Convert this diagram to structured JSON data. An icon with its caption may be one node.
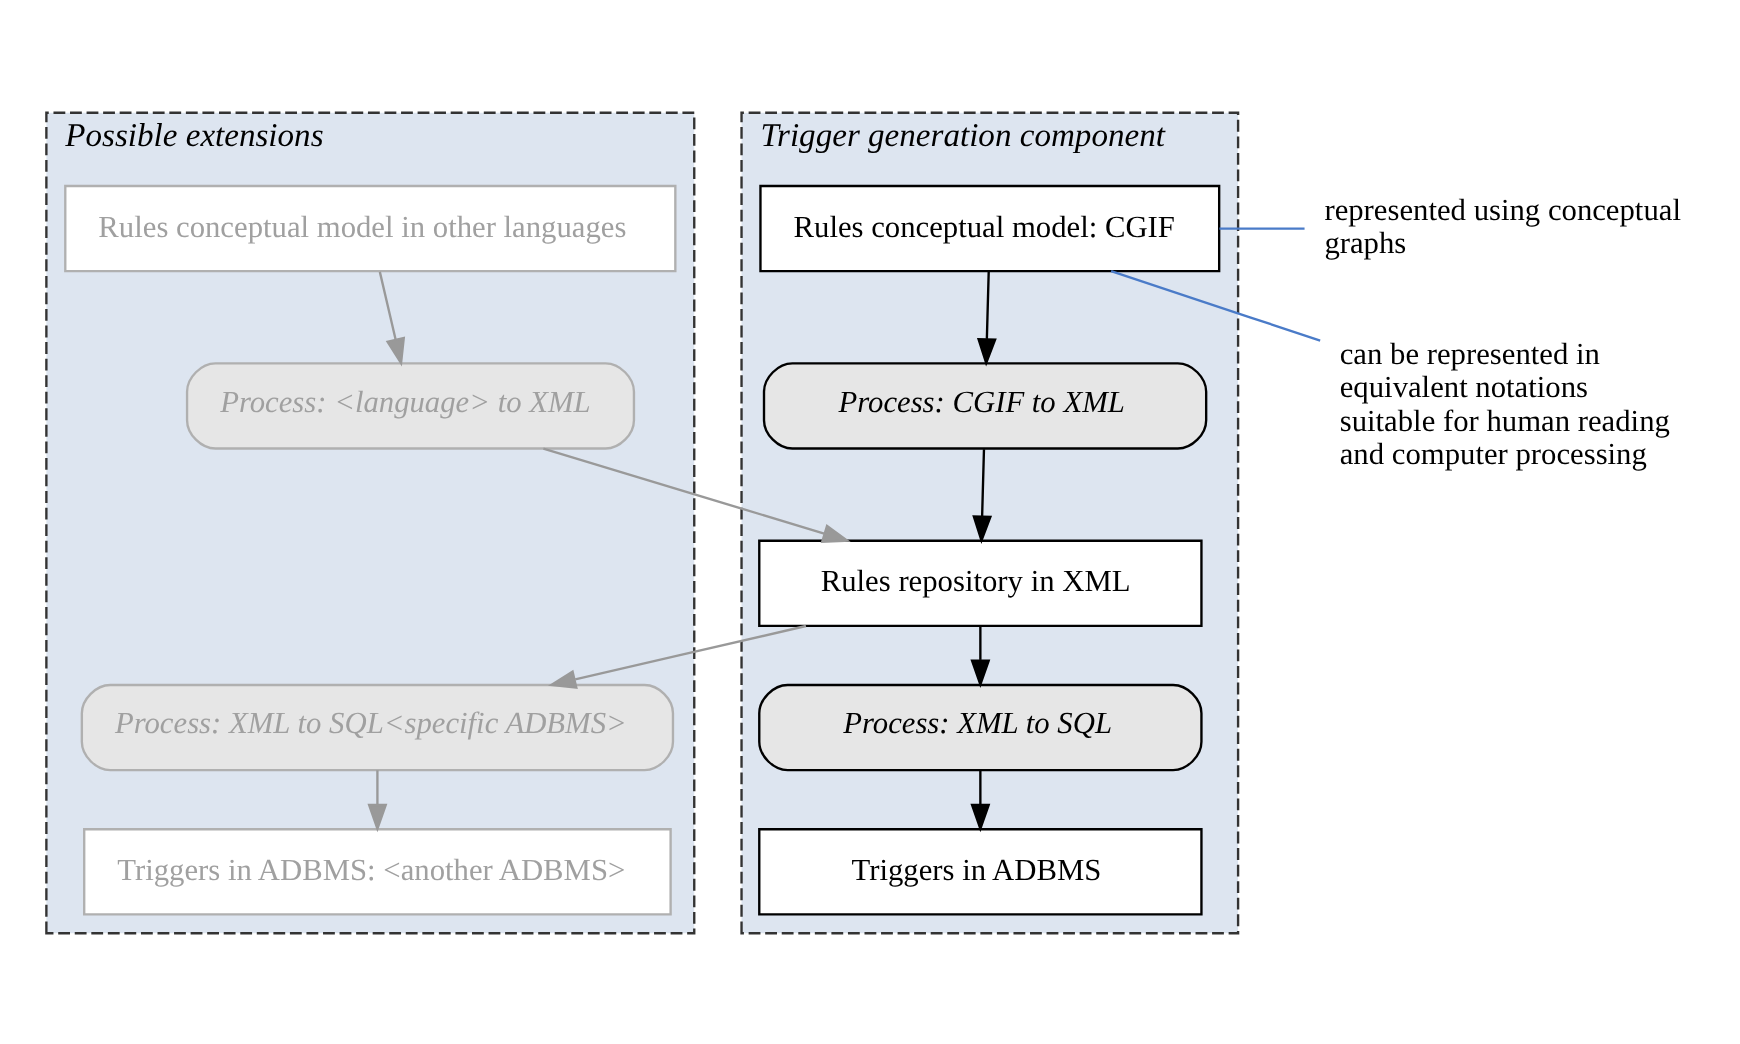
{
  "diagram": {
    "nodes": [
      {
        "text": [
          "Possible extensions"
        ]
      },
      {
        "text": [
          "Rules conceptual model in other languages"
        ],
        "in": 0
      },
      {
        "text": [
          "Process: <language> to XML"
        ],
        "in": 0
      },
      {
        "text": [
          "Process: XML to SQL<specific ADBMS>"
        ],
        "in": 0
      },
      {
        "text": [
          "Triggers in ADBMS: <another ADBMS>"
        ],
        "in": 0
      },
      {
        "text": [
          "Trigger generation component"
        ]
      },
      {
        "text": [
          "Rules conceptual model: CGIF"
        ],
        "in": 5
      },
      {
        "text": [
          "Process: CGIF to XML"
        ],
        "in": 5
      },
      {
        "text": [
          "Rules repository in XML"
        ],
        "in": 5
      },
      {
        "text": [
          "Process: XML to SQL"
        ],
        "in": 5
      },
      {
        "text": [
          "Triggers in ADBMS"
        ],
        "in": 5
      },
      {
        "text": [
          "represented using conceptual graphs"
        ]
      },
      {
        "text": [
          "can be represented in equivalent notations suitable for human reading and computer processing"
        ]
      }
    ],
    "edges": [
      {
        "from": 1,
        "to": 2,
        "arrow": "to",
        "color": "#999999"
      },
      {
        "from": 2,
        "to": 8,
        "arrow": "to",
        "color": "#999999"
      },
      {
        "from": 8,
        "to": 3,
        "arrow": "to",
        "color": "#999999"
      },
      {
        "from": 3,
        "to": 4,
        "arrow": "to",
        "color": "#999999"
      },
      {
        "from": 6,
        "to": 7,
        "arrow": "to",
        "color": "#000000"
      },
      {
        "from": 7,
        "to": 8,
        "arrow": "to",
        "color": "#000000"
      },
      {
        "from": 8,
        "to": 9,
        "arrow": "to",
        "color": "#000000"
      },
      {
        "from": 9,
        "to": 10,
        "arrow": "to",
        "color": "#000000"
      },
      {
        "from": 6,
        "to": 11,
        "arrow": "none",
        "color": "#4a7bc8"
      },
      {
        "from": 6,
        "to": 12,
        "arrow": "none",
        "color": "#4a7bc8"
      }
    ]
  }
}
